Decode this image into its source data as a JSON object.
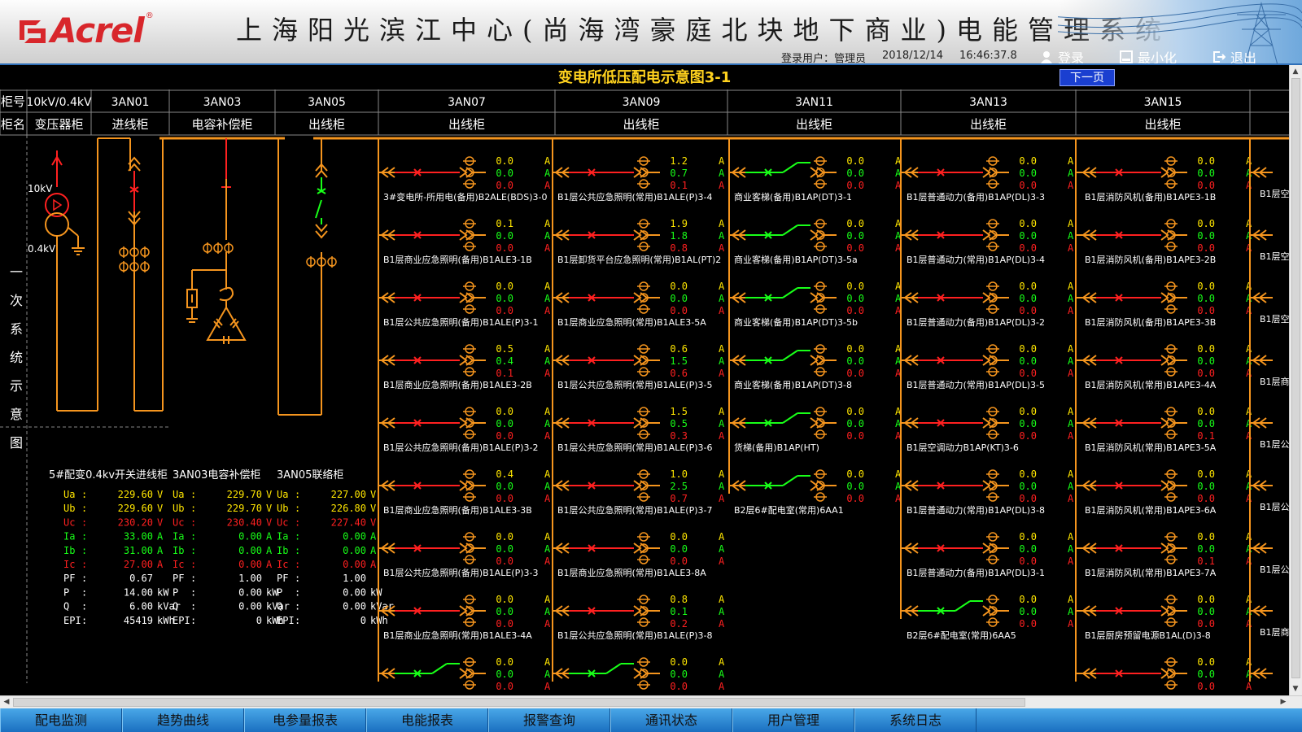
{
  "header": {
    "logo_text": "Acrel",
    "logo_reg": "®",
    "title": "上海阳光滨江中心(尚海湾豪庭北块地下商业)电能管理系统",
    "login_user_label": "登录用户：",
    "login_user": "管理员",
    "date": "2018/12/14",
    "time": "16:46:37.8",
    "login_btn": "登录",
    "minimize_btn": "最小化",
    "exit_btn": "退出"
  },
  "diagram": {
    "title": "变电所低压配电示意图3-1",
    "next_page": "下一页",
    "row_no_label": "柜号",
    "row_name_label": "柜名",
    "side_label": "一次系统示意图",
    "cabinets": [
      {
        "no": "10kV/0.4kV",
        "name": "变压器柜"
      },
      {
        "no": "3AN01",
        "name": "进线柜"
      },
      {
        "no": "3AN03",
        "name": "电容补偿柜"
      },
      {
        "no": "3AN05",
        "name": "出线柜"
      },
      {
        "no": "3AN07",
        "name": "出线柜"
      },
      {
        "no": "3AN09",
        "name": "出线柜"
      },
      {
        "no": "3AN11",
        "name": "出线柜"
      },
      {
        "no": "3AN13",
        "name": "出线柜"
      },
      {
        "no": "3AN15",
        "name": "出线柜"
      }
    ],
    "v10": "10kV",
    "v04": "0.4kV",
    "panels": [
      {
        "title": "5#配变0.4kv开关进线柜",
        "rows": [
          [
            "Ua",
            "229.60",
            "V"
          ],
          [
            "Ub",
            "229.60",
            "V"
          ],
          [
            "Uc",
            "230.20",
            "V"
          ],
          [
            "Ia",
            "33.00",
            "A"
          ],
          [
            "Ib",
            "31.00",
            "A"
          ],
          [
            "Ic",
            "27.00",
            "A"
          ],
          [
            "PF",
            "0.67",
            ""
          ],
          [
            "P",
            "14.00",
            "kW"
          ],
          [
            "Q",
            "6.00",
            "kVar"
          ],
          [
            "EPI",
            "45419",
            "kWh"
          ]
        ]
      },
      {
        "title": "3AN03电容补偿柜",
        "rows": [
          [
            "Ua",
            "229.70",
            "V"
          ],
          [
            "Ub",
            "229.70",
            "V"
          ],
          [
            "Uc",
            "230.40",
            "V"
          ],
          [
            "Ia",
            "0.00",
            "A"
          ],
          [
            "Ib",
            "0.00",
            "A"
          ],
          [
            "Ic",
            "0.00",
            "A"
          ],
          [
            "PF",
            "1.00",
            ""
          ],
          [
            "P",
            "0.00",
            "kW"
          ],
          [
            "Q",
            "0.00",
            "kVar"
          ],
          [
            "EPI",
            "0",
            "kWh"
          ]
        ]
      },
      {
        "title": "3AN05联络柜",
        "rows": [
          [
            "Ua",
            "227.00",
            "V"
          ],
          [
            "Ub",
            "226.80",
            "V"
          ],
          [
            "Uc",
            "227.40",
            "V"
          ],
          [
            "Ia",
            "0.00",
            "A"
          ],
          [
            "Ib",
            "0.00",
            "A"
          ],
          [
            "Ic",
            "0.00",
            "A"
          ],
          [
            "PF",
            "1.00",
            ""
          ],
          [
            "P",
            "0.00",
            "kW"
          ],
          [
            "Q",
            "0.00",
            "kVar"
          ],
          [
            "EPI",
            "0",
            "kWh"
          ]
        ]
      }
    ],
    "feeders": [
      [
        {
          "label": "3#变电所-所用电(备用)B2ALE(BDS)3-0",
          "on": false,
          "a": "0.0",
          "b": "0.0",
          "c": "0.0"
        },
        {
          "label": "B1层商业应急照明(备用)B1ALE3-1B",
          "on": false,
          "a": "0.1",
          "b": "0.0",
          "c": "0.0"
        },
        {
          "label": "B1层公共应急照明(备用)B1ALE(P)3-1",
          "on": false,
          "a": "0.0",
          "b": "0.0",
          "c": "0.0"
        },
        {
          "label": "B1层商业应急照明(备用)B1ALE3-2B",
          "on": false,
          "a": "0.5",
          "b": "0.4",
          "c": "0.1"
        },
        {
          "label": "B1层公共应急照明(备用)B1ALE(P)3-2",
          "on": false,
          "a": "0.0",
          "b": "0.0",
          "c": "0.0"
        },
        {
          "label": "B1层商业应急照明(备用)B1ALE3-3B",
          "on": false,
          "a": "0.4",
          "b": "0.0",
          "c": "0.0"
        },
        {
          "label": "B1层公共应急照明(备用)B1ALE(P)3-3",
          "on": false,
          "a": "0.0",
          "b": "0.0",
          "c": "0.0"
        },
        {
          "label": "B1层商业应急照明(常用)B1ALE3-4A",
          "on": false,
          "a": "0.0",
          "b": "0.0",
          "c": "0.0"
        },
        {
          "label": "",
          "on": true,
          "a": "0.0",
          "b": "0.0",
          "c": "0.0"
        }
      ],
      [
        {
          "label": "B1层公共应急照明(常用)B1ALE(P)3-4",
          "on": false,
          "a": "1.2",
          "b": "0.7",
          "c": "0.1"
        },
        {
          "label": "B1层卸货平台应急照明(常用)B1AL(PT)2",
          "on": false,
          "a": "1.9",
          "b": "1.8",
          "c": "0.8"
        },
        {
          "label": "B1层商业应急照明(常用)B1ALE3-5A",
          "on": false,
          "a": "0.0",
          "b": "0.0",
          "c": "0.0"
        },
        {
          "label": "B1层公共应急照明(常用)B1ALE(P)3-5",
          "on": false,
          "a": "0.6",
          "b": "1.5",
          "c": "0.6"
        },
        {
          "label": "B1层公共应急照明(常用)B1ALE(P)3-6",
          "on": false,
          "a": "1.5",
          "b": "0.5",
          "c": "0.3"
        },
        {
          "label": "B1层公共应急照明(常用)B1ALE(P)3-7",
          "on": false,
          "a": "1.0",
          "b": "2.5",
          "c": "0.7"
        },
        {
          "label": "B1层商业应急照明(常用)B1ALE3-8A",
          "on": false,
          "a": "0.0",
          "b": "0.0",
          "c": "0.0"
        },
        {
          "label": "B1层公共应急照明(常用)B1ALE(P)3-8",
          "on": false,
          "a": "0.8",
          "b": "0.1",
          "c": "0.2"
        },
        {
          "label": "",
          "on": true,
          "a": "0.0",
          "b": "0.0",
          "c": "0.0"
        }
      ],
      [
        {
          "label": "商业客梯(备用)B1AP(DT)3-1",
          "on": true,
          "a": "0.0",
          "b": "0.0",
          "c": "0.0"
        },
        {
          "label": "商业客梯(备用)B1AP(DT)3-5a",
          "on": true,
          "a": "0.0",
          "b": "0.0",
          "c": "0.0"
        },
        {
          "label": "商业客梯(备用)B1AP(DT)3-5b",
          "on": true,
          "a": "0.0",
          "b": "0.0",
          "c": "0.0"
        },
        {
          "label": "商业客梯(备用)B1AP(DT)3-8",
          "on": true,
          "a": "0.0",
          "b": "0.0",
          "c": "0.0"
        },
        {
          "label": "货梯(备用)B1AP(HT)",
          "on": true,
          "a": "0.0",
          "b": "0.0",
          "c": "0.0"
        },
        {
          "label": "B2层6#配电室(常用)6AA1",
          "on": true,
          "a": "0.0",
          "b": "0.0",
          "c": "0.0"
        }
      ],
      [
        {
          "label": "B1层普通动力(备用)B1AP(DL)3-3",
          "on": false,
          "a": "0.0",
          "b": "0.0",
          "c": "0.0"
        },
        {
          "label": "B1层普通动力(常用)B1AP(DL)3-4",
          "on": false,
          "a": "0.0",
          "b": "0.0",
          "c": "0.0"
        },
        {
          "label": "B1层普通动力(备用)B1AP(DL)3-2",
          "on": false,
          "a": "0.0",
          "b": "0.0",
          "c": "0.0"
        },
        {
          "label": "B1层普通动力(常用)B1AP(DL)3-5",
          "on": false,
          "a": "0.0",
          "b": "0.0",
          "c": "0.0"
        },
        {
          "label": "B1层空调动力B1AP(KT)3-6",
          "on": false,
          "a": "0.0",
          "b": "0.0",
          "c": "0.0"
        },
        {
          "label": "B1层普通动力(常用)B1AP(DL)3-8",
          "on": false,
          "a": "0.0",
          "b": "0.0",
          "c": "0.0"
        },
        {
          "label": "B1层普通动力(备用)B1AP(DL)3-1",
          "on": false,
          "a": "0.0",
          "b": "0.0",
          "c": "0.0"
        },
        {
          "label": "B2层6#配电室(常用)6AA5",
          "on": true,
          "a": "0.0",
          "b": "0.0",
          "c": "0.0"
        }
      ],
      [
        {
          "label": "B1层消防风机(备用)B1APE3-1B",
          "on": false,
          "a": "0.0",
          "b": "0.0",
          "c": "0.0"
        },
        {
          "label": "B1层消防风机(备用)B1APE3-2B",
          "on": false,
          "a": "0.0",
          "b": "0.0",
          "c": "0.0"
        },
        {
          "label": "B1层消防风机(备用)B1APE3-3B",
          "on": false,
          "a": "0.0",
          "b": "0.0",
          "c": "0.0"
        },
        {
          "label": "B1层消防风机(常用)B1APE3-4A",
          "on": false,
          "a": "0.0",
          "b": "0.0",
          "c": "0.0"
        },
        {
          "label": "B1层消防风机(常用)B1APE3-5A",
          "on": false,
          "a": "0.0",
          "b": "0.0",
          "c": "0.1"
        },
        {
          "label": "B1层消防风机(常用)B1APE3-6A",
          "on": false,
          "a": "0.0",
          "b": "0.0",
          "c": "0.0"
        },
        {
          "label": "B1层消防风机(常用)B1APE3-7A",
          "on": false,
          "a": "0.0",
          "b": "0.0",
          "c": "0.1"
        },
        {
          "label": "B1层厨房预留电源B1AL(D)3-8",
          "on": false,
          "a": "0.0",
          "b": "0.0",
          "c": "0.0"
        },
        {
          "label": "",
          "on": false,
          "a": "0.0",
          "b": "0.0",
          "c": "0.0"
        }
      ],
      [
        {
          "label": "B1层空",
          "on": false
        },
        {
          "label": "B1层空",
          "on": false
        },
        {
          "label": "B1层空",
          "on": false
        },
        {
          "label": "B1层商",
          "on": false
        },
        {
          "label": "B1层公",
          "on": false
        },
        {
          "label": "B1层公",
          "on": false
        },
        {
          "label": "B1层公",
          "on": false
        },
        {
          "label": "B1层商",
          "on": false
        },
        {
          "label": "",
          "on": false
        }
      ]
    ],
    "unit_a": "A"
  },
  "nav": {
    "items": [
      "配电监测",
      "趋势曲线",
      "电参量报表",
      "电能报表",
      "报警查询",
      "通讯状态",
      "用户管理",
      "系统日志"
    ]
  },
  "colors": {
    "orange": "#f5951e",
    "red": "#ff2020",
    "green": "#18ff18",
    "yellow": "#ffe600",
    "white": "#ffffff",
    "grid": "#888888"
  }
}
